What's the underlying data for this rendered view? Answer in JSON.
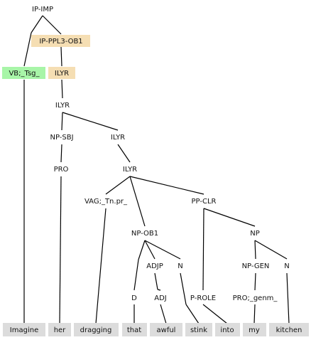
{
  "colors": {
    "verb_highlight": "#a8f5a8",
    "node_highlight": "#f5deb3",
    "token_background": "#dcdcdc",
    "edge": "#000000"
  },
  "tokens": [
    "Imagine",
    "her",
    "dragging",
    "that",
    "awful",
    "stink",
    "into",
    "my",
    "kitchen"
  ],
  "nodes": [
    {
      "id": "ip_imp",
      "label": "IP-IMP"
    },
    {
      "id": "ip_ppl3",
      "label": "IP-PPL3-OB1",
      "highlight": "node"
    },
    {
      "id": "vb",
      "label": "VB;_Tsg_",
      "highlight": "verb"
    },
    {
      "id": "ilyr1",
      "label": "ILYR",
      "highlight": "node"
    },
    {
      "id": "ilyr2",
      "label": "ILYR"
    },
    {
      "id": "npsbj",
      "label": "NP-SBJ"
    },
    {
      "id": "ilyr3",
      "label": "ILYR"
    },
    {
      "id": "pro",
      "label": "PRO"
    },
    {
      "id": "ilyr4",
      "label": "ILYR"
    },
    {
      "id": "vag",
      "label": "VAG;_Tn.pr_"
    },
    {
      "id": "ppclr",
      "label": "PP-CLR"
    },
    {
      "id": "npob1",
      "label": "NP-OB1"
    },
    {
      "id": "np",
      "label": "NP"
    },
    {
      "id": "adjp",
      "label": "ADJP"
    },
    {
      "id": "n1",
      "label": "N"
    },
    {
      "id": "npgen",
      "label": "NP-GEN"
    },
    {
      "id": "n2",
      "label": "N"
    },
    {
      "id": "d",
      "label": "D"
    },
    {
      "id": "adj",
      "label": "ADJ"
    },
    {
      "id": "prole",
      "label": "P-ROLE"
    },
    {
      "id": "progenm",
      "label": "PRO;_genm_"
    }
  ]
}
